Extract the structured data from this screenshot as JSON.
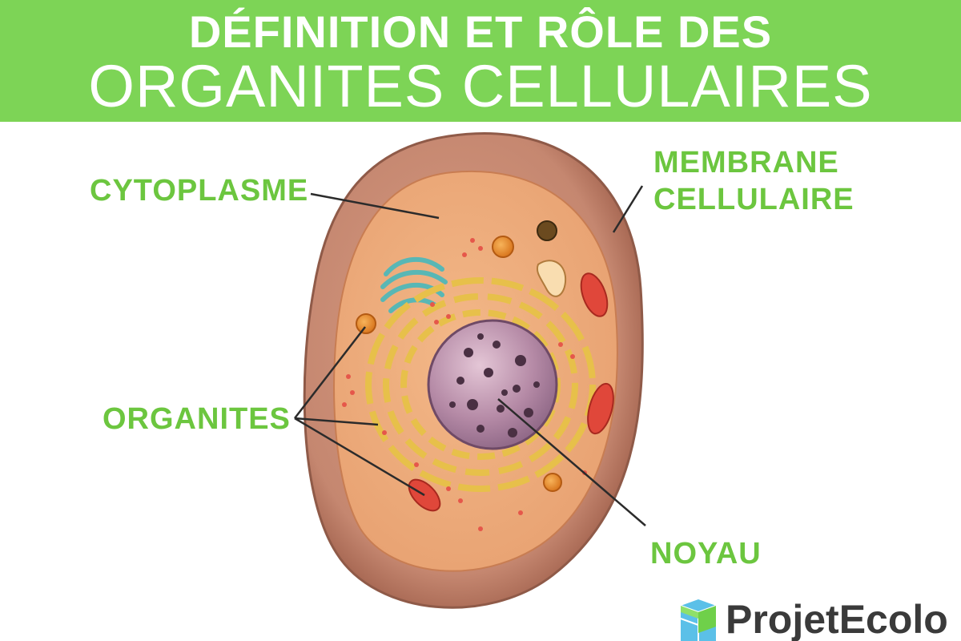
{
  "header": {
    "title_line1": "DÉFINITION ET RÔLE DES",
    "title_line2": "ORGANITES CELLULAIRES",
    "background_color": "#7dd456"
  },
  "labels": {
    "cytoplasme": "CYTOPLASME",
    "membrane_line1": "MEMBRANE",
    "membrane_line2": "CELLULAIRE",
    "organites": "ORGANITES",
    "noyau": "NOYAU",
    "label_color": "#6cc63f"
  },
  "brand": {
    "name": "ProjetEcolo",
    "logo_icon": "globe-cube-icon"
  }
}
